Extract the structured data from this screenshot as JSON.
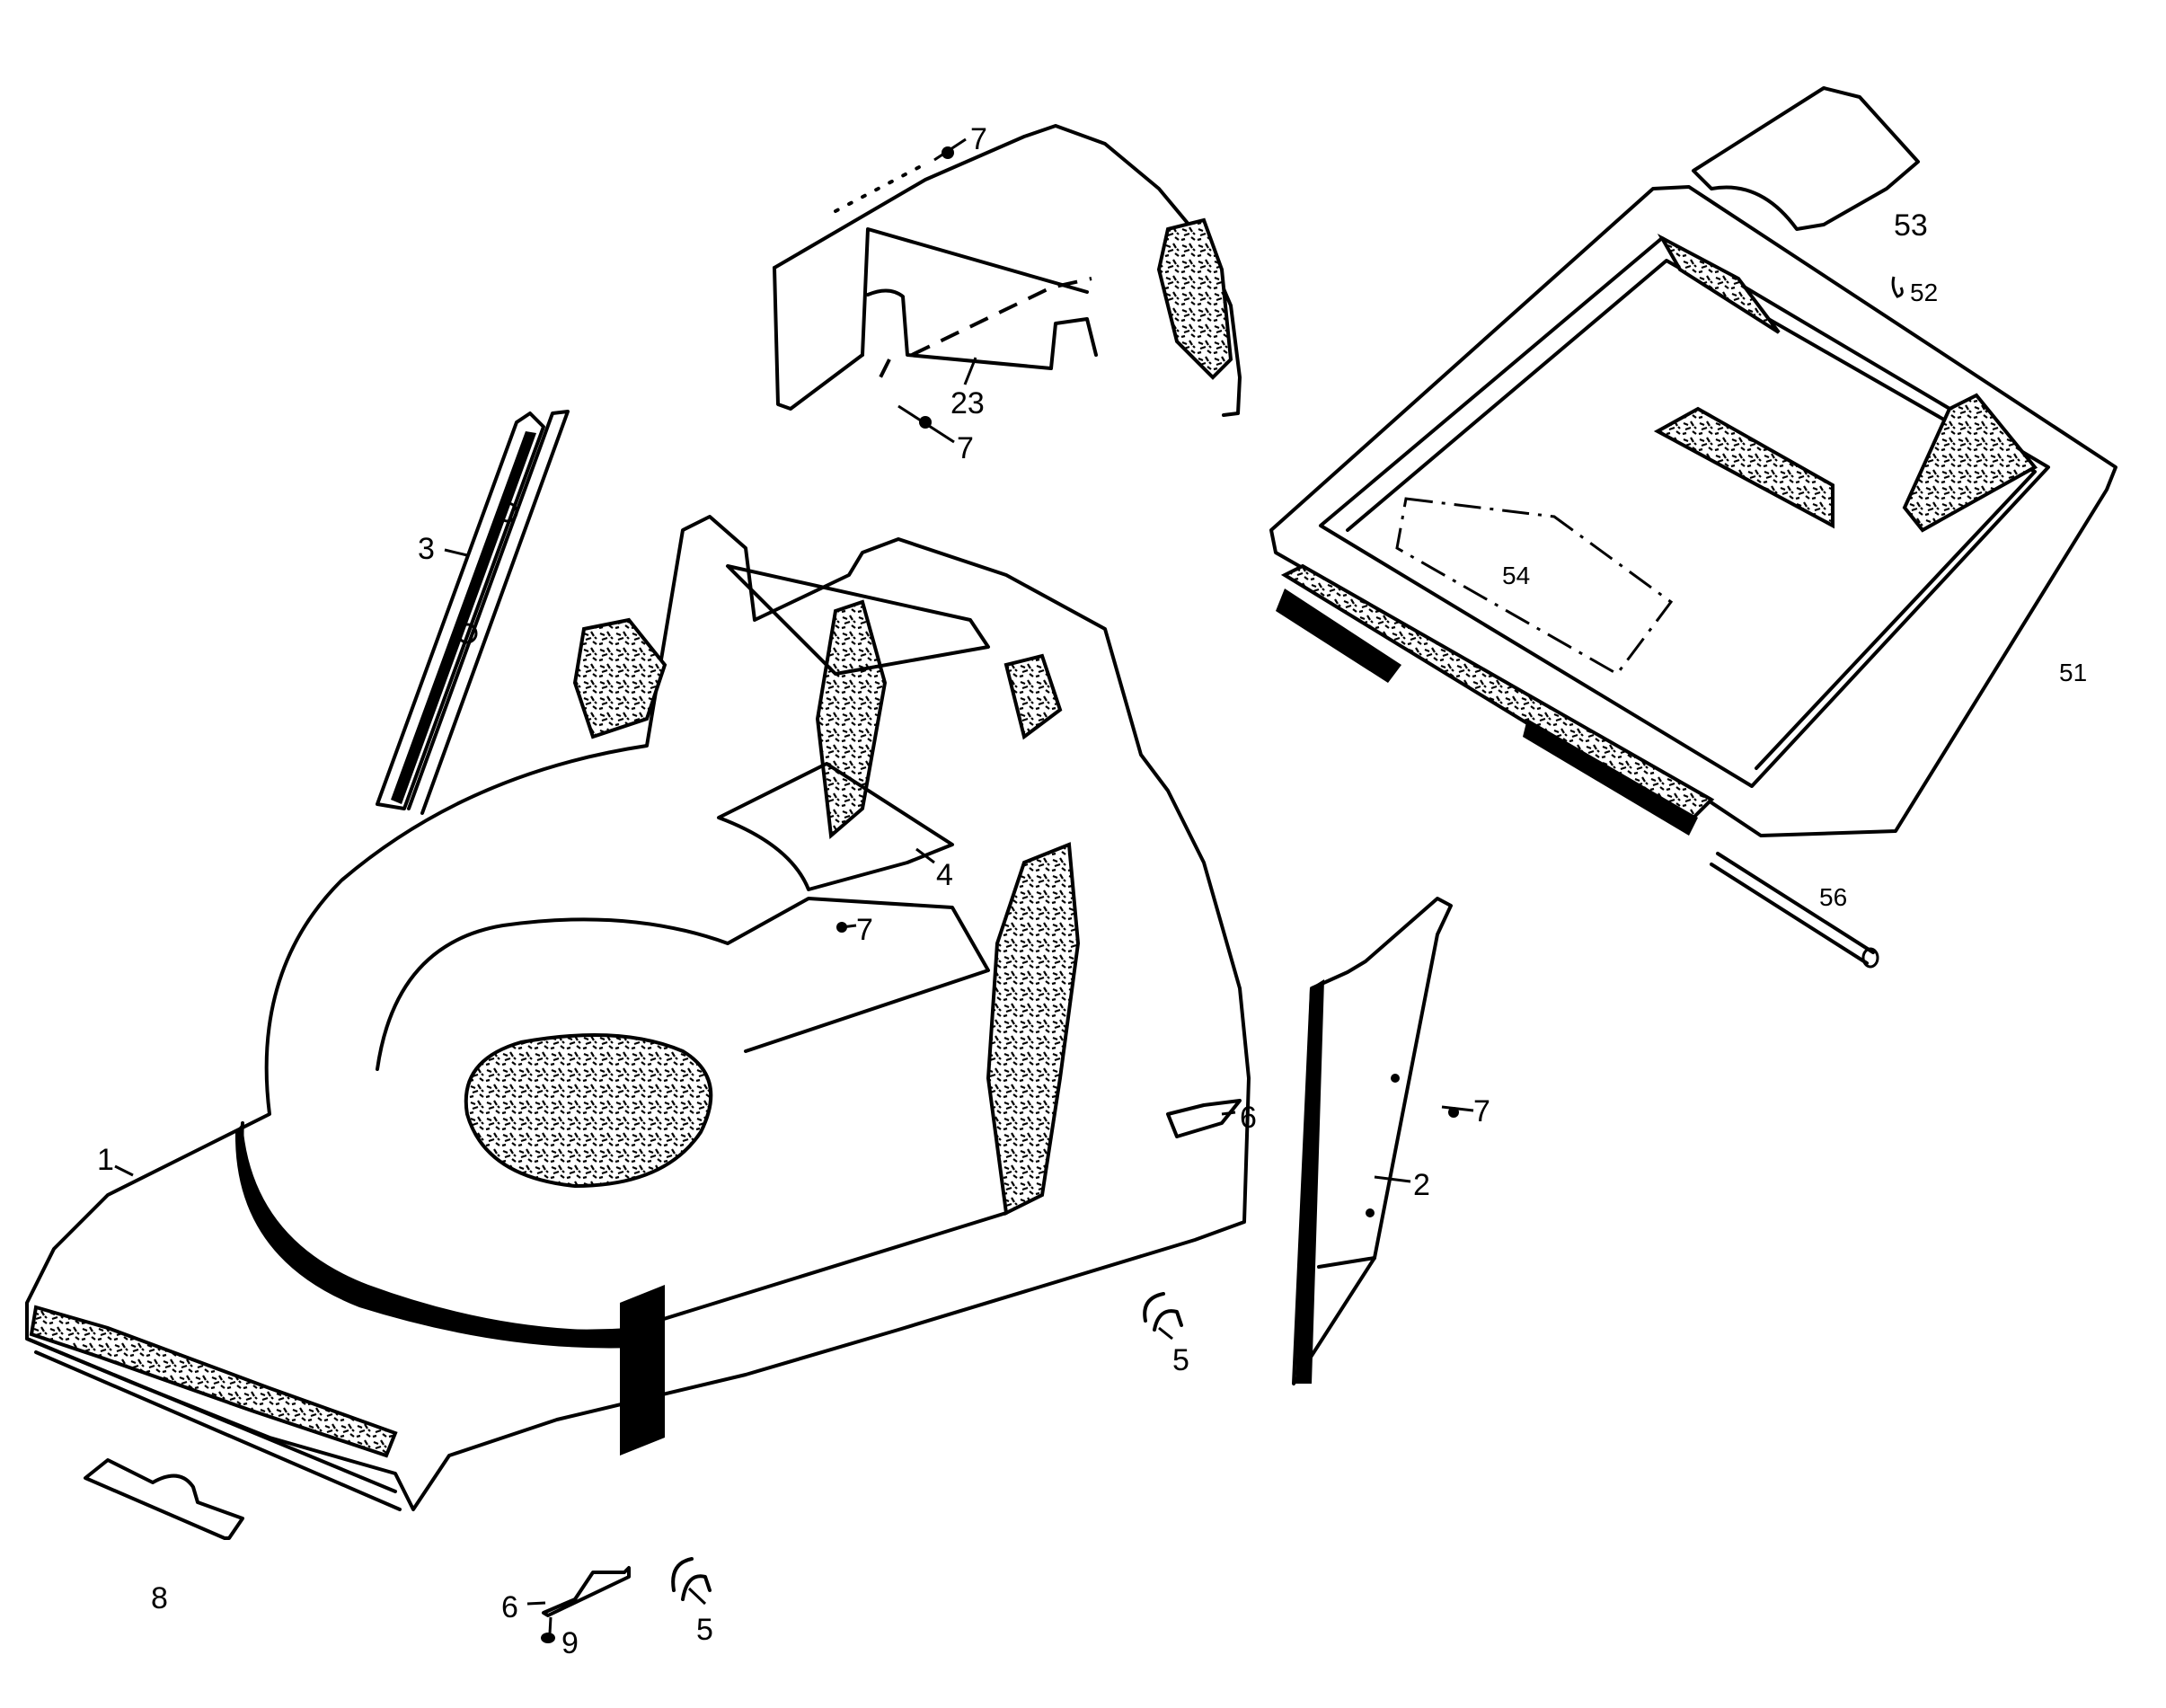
{
  "diagram": {
    "type": "exploded parts diagram",
    "subject": "lawn mower deck / housing assembly",
    "labels": [
      {
        "id": "1",
        "text": "1",
        "part": "main-housing"
      },
      {
        "id": "2",
        "text": "2",
        "part": "side-flap"
      },
      {
        "id": "3",
        "text": "3",
        "part": "handle-rail"
      },
      {
        "id": "4",
        "text": "4",
        "part": "top-cover-plate"
      },
      {
        "id": "5a",
        "text": "5",
        "part": "wheel-bushing"
      },
      {
        "id": "5b",
        "text": "5",
        "part": "wheel-bushing"
      },
      {
        "id": "6a",
        "text": "6",
        "part": "bracket"
      },
      {
        "id": "6b",
        "text": "6",
        "part": "bracket"
      },
      {
        "id": "7a",
        "text": "7",
        "part": "screw"
      },
      {
        "id": "7b",
        "text": "7",
        "part": "screw"
      },
      {
        "id": "7c",
        "text": "7",
        "part": "screw"
      },
      {
        "id": "7d",
        "text": "7",
        "part": "screw"
      },
      {
        "id": "8",
        "text": "8",
        "part": "label-plate"
      },
      {
        "id": "9",
        "text": "9",
        "part": "screw"
      },
      {
        "id": "23",
        "text": "23",
        "part": "rear-guard"
      },
      {
        "id": "51",
        "text": "51",
        "part": "grass-box-lid"
      },
      {
        "id": "52",
        "text": "52",
        "part": "screw"
      },
      {
        "id": "53",
        "text": "53",
        "part": "lid-flap"
      },
      {
        "id": "54",
        "text": "54",
        "part": "lid-label"
      },
      {
        "id": "56",
        "text": "56",
        "part": "hinge-rod"
      }
    ]
  }
}
